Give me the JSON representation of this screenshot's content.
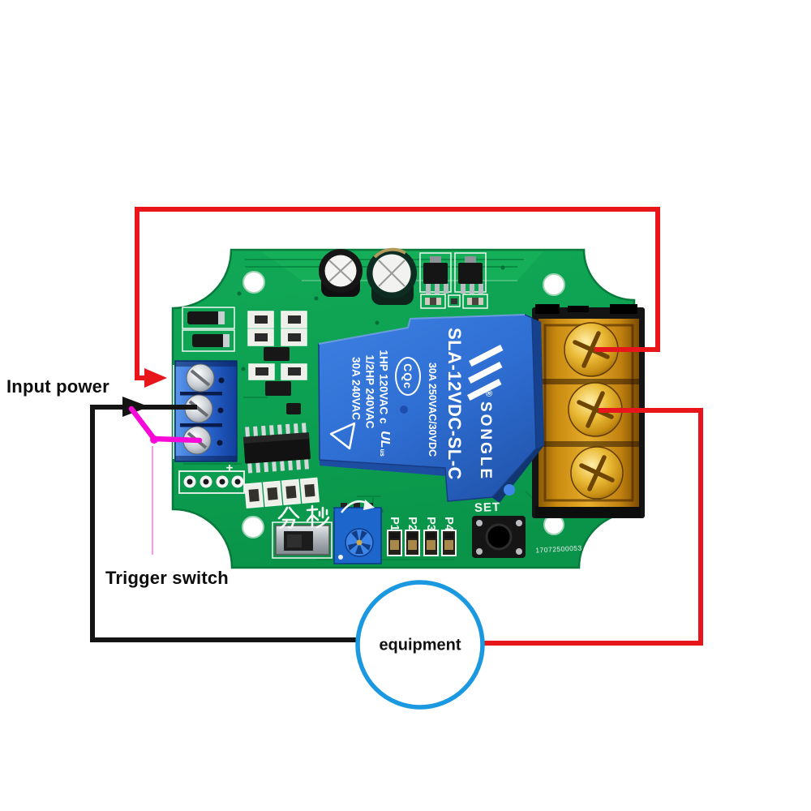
{
  "labels": {
    "input_power": "Input power",
    "trigger_switch": "Trigger switch",
    "equipment": "equipment"
  },
  "relay": {
    "registered_mark": "®",
    "brand": "SONGLE",
    "model": "SLA-12VDC-SL-C",
    "rating_main": "30A  250VAC/30VDC",
    "rating_1hp": "1HP 120VAC c",
    "rating_half_hp": "1/2HP 240VAC",
    "rating_30a": "30A 240VAC",
    "cqc_mark": "CQc",
    "ul_mark": "UL",
    "ul_suffix": "us"
  },
  "pcb": {
    "min_sec_silk": "分 秒",
    "led_labels": [
      "P1",
      "P2",
      "P3",
      "P4"
    ],
    "set_label": "SET",
    "serial": "17072500053",
    "plus_mark": "+"
  },
  "icons": {
    "songle_flag": "songle-flag-icon",
    "cqc_oval": "cqc-logo-icon",
    "ul_monogram": "ul-logo-icon",
    "recycle_triangle": "recycle-triangle-icon",
    "rotation_arrow": "rotation-arrow-icon",
    "red_wire_arrow": "red-arrow-icon",
    "black_wire_arrow": "black-arrow-icon"
  },
  "colors": {
    "wire_red": "#e8151a",
    "wire_black": "#141414",
    "wire_magenta": "#f70ad8",
    "equipment_circle_blue": "#1a98e0",
    "pcb_green": "#0ca152",
    "relay_blue": "#2f6fd4",
    "terminal_amber": "#cf8c10",
    "terminal_screw_gold": "#e7b42c",
    "input_terminal_blue": "#2a66d0"
  }
}
